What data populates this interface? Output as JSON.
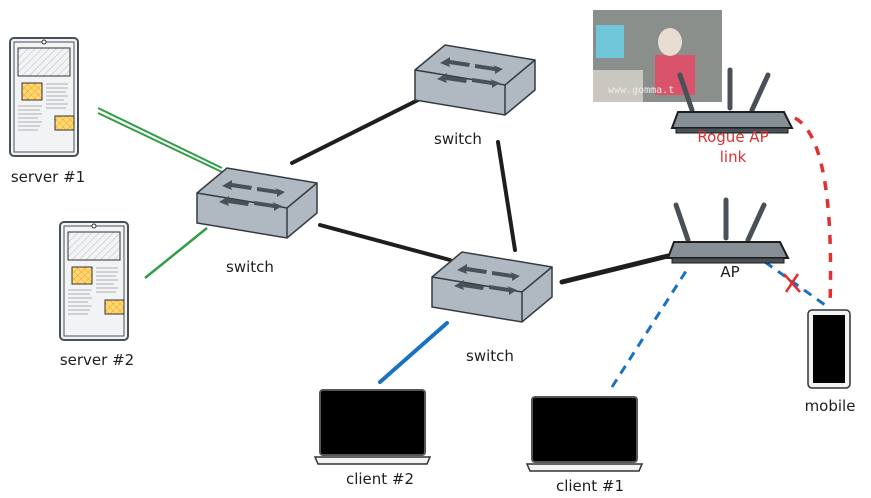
{
  "colors": {
    "wired": "#1e1e1e",
    "server_link": "#2f9e44",
    "wifi": "#1971c2",
    "rogue": "#e03131"
  },
  "nodes": {
    "server1": {
      "label": "server #1",
      "icon": "tablet-server-icon"
    },
    "server2": {
      "label": "server #2",
      "icon": "tablet-server-icon"
    },
    "switch_left": {
      "label": "switch",
      "icon": "switch-icon"
    },
    "switch_top": {
      "label": "switch",
      "icon": "switch-icon"
    },
    "switch_bottom": {
      "label": "switch",
      "icon": "switch-icon"
    },
    "rogue_ap": {
      "label_line1": "Rogue AP",
      "label_line2": "link",
      "icon": "router-icon"
    },
    "rogue_photo": {
      "icon": "photo-image",
      "watermark": "www.gomma.t"
    },
    "ap": {
      "label": "AP",
      "icon": "router-icon"
    },
    "mobile": {
      "label": "mobile",
      "icon": "phone-icon"
    },
    "client2": {
      "label": "client #2",
      "icon": "laptop-icon"
    },
    "client1": {
      "label": "client #1",
      "icon": "laptop-icon"
    }
  },
  "edges": [
    {
      "from": "server1",
      "to": "switch_left",
      "style": "green-double"
    },
    {
      "from": "server2",
      "to": "switch_left",
      "style": "green"
    },
    {
      "from": "switch_left",
      "to": "switch_top",
      "style": "black"
    },
    {
      "from": "switch_left",
      "to": "switch_bottom",
      "style": "black"
    },
    {
      "from": "switch_top",
      "to": "switch_bottom",
      "style": "black"
    },
    {
      "from": "switch_bottom",
      "to": "ap",
      "style": "black"
    },
    {
      "from": "switch_bottom",
      "to": "client2",
      "style": "blue"
    },
    {
      "from": "ap",
      "to": "client1",
      "style": "blue-dashed"
    },
    {
      "from": "ap",
      "to": "mobile",
      "style": "blue-dashed",
      "blocked": true
    },
    {
      "from": "rogue_ap",
      "to": "mobile",
      "style": "red-dashed"
    }
  ]
}
